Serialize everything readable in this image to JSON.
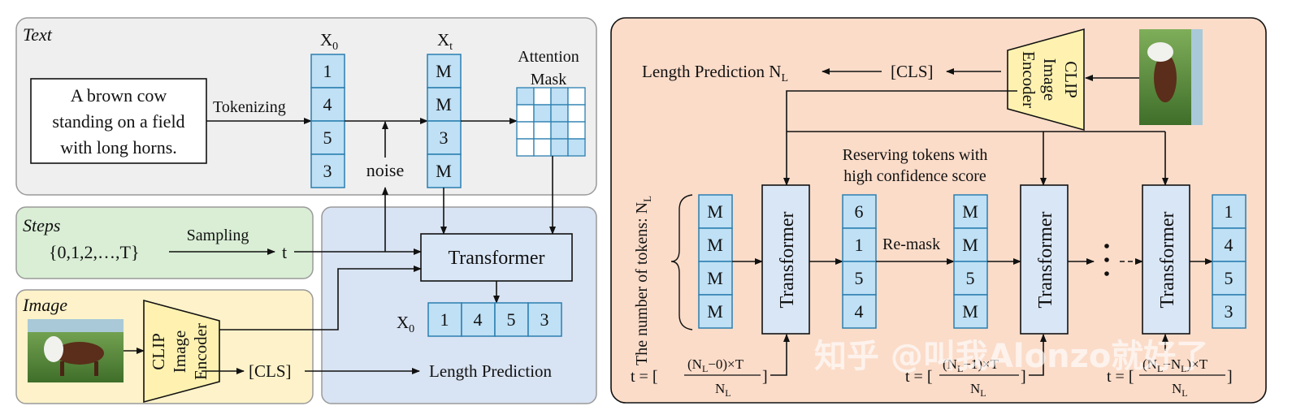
{
  "panels": {
    "text_label": "Text",
    "steps_label": "Steps",
    "image_label": "Image"
  },
  "text_box": [
    "A brown cow",
    "standing on a field",
    "with long horns."
  ],
  "tokenizing": "Tokenizing",
  "x0_tokens": [
    "1",
    "4",
    "5",
    "3"
  ],
  "xt_tokens": [
    "M",
    "M",
    "3",
    "M"
  ],
  "noise": "noise",
  "attention_mask": [
    "Attention",
    "Mask"
  ],
  "steps_set": "{0,1,2,…,T}",
  "sampling": "Sampling",
  "t_var": "t",
  "transformer": "Transformer",
  "output_tokens": [
    "1",
    "4",
    "5",
    "3"
  ],
  "clip_encoder": [
    "CLIP",
    "Image",
    "Encoder"
  ],
  "cls": "[CLS]",
  "length_prediction": "Length Prediction",
  "right": {
    "length_prediction_nl": "Length Prediction N",
    "cls": "[CLS]",
    "clip_encoder": [
      "CLIP",
      "Image",
      "Encoder"
    ],
    "reserving": [
      "Reserving tokens with",
      "high confidence score"
    ],
    "num_tokens": "The number of tokens: N",
    "col1": [
      "M",
      "M",
      "M",
      "M"
    ],
    "col2": [
      "6",
      "1",
      "5",
      "4"
    ],
    "remask": "Re-mask",
    "col3": [
      "M",
      "M",
      "5",
      "M"
    ],
    "col4": [
      "1",
      "4",
      "5",
      "3"
    ],
    "transformer": "Transformer",
    "t_formula_1_num": "(N",
    "t_formula_1_num_b": "−0)×T",
    "t_formula_2_num_b": "−1)×T",
    "t_formula_3_num_b": "−N",
    "t_formula_3_num_c": ")×T",
    "t_prefix": "t = [",
    "t_den": "N",
    "sub_L": "L",
    "bracket_close": "]"
  },
  "watermark": "知乎 @叫我Alonzo就好了",
  "colors": {
    "text_panel": "#efefef",
    "steps_panel": "#d9eed5",
    "image_panel": "#fdf2c9",
    "transformer_panel": "#d8e3f3",
    "right_panel": "#fbdcc9",
    "token_fill": "#bfe0f5",
    "clip_fill": "#fff2b0"
  }
}
